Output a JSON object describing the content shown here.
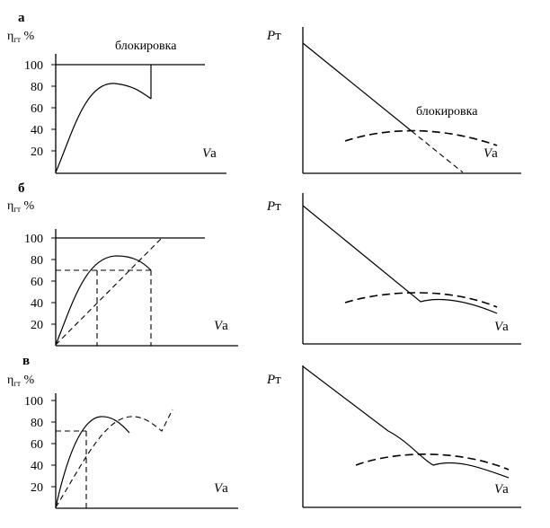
{
  "panels": {
    "a": {
      "letter": "а",
      "blocking_left": "блокировка",
      "blocking_right": "блокировка"
    },
    "b": {
      "letter": "б"
    },
    "c": {
      "letter": "в"
    }
  },
  "labels": {
    "eta_symbol": "η",
    "eta_sub": "гт",
    "eta_unit": "%",
    "power_symbol": "P",
    "power_sub": "т",
    "speed_symbol": "V",
    "speed_sub": "a"
  },
  "y_ticks": [
    "100",
    "80",
    "60",
    "40",
    "20"
  ]
}
